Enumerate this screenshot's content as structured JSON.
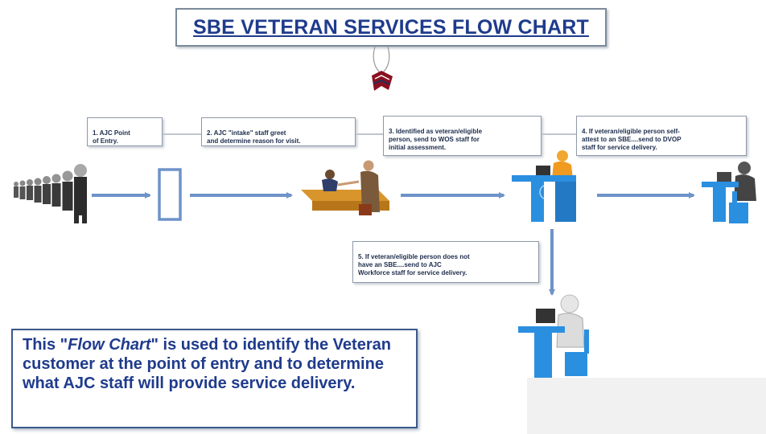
{
  "title": "SBE VETERAN SERVICES FLOW CHART",
  "steps": [
    {
      "text": "1. AJC Point\nof Entry."
    },
    {
      "text": "2. AJC \"intake\" staff greet\nand determine reason for visit."
    },
    {
      "text": "3. Identified as veteran/eligible\nperson, send to WOS staff for\ninitial assessment."
    },
    {
      "text": "4. If veteran/eligible person self-\nattest to an SBE....send to DVOP\nstaff for service delivery."
    },
    {
      "text": "5. If veteran/eligible person does not\nhave an SBE....send to AJC\nWorkforce staff for service delivery."
    }
  ],
  "note": {
    "part1": "This \"",
    "emph": "Flow Chart",
    "part2": "\" is used to identify the Veteran customer at the point of entry and to determine what AJC staff will provide service delivery."
  },
  "colors": {
    "title": "#1f3b8c",
    "arrow": "#6e93c8",
    "desk": "#2b8fe0",
    "box_border": "#8e9aa8"
  }
}
